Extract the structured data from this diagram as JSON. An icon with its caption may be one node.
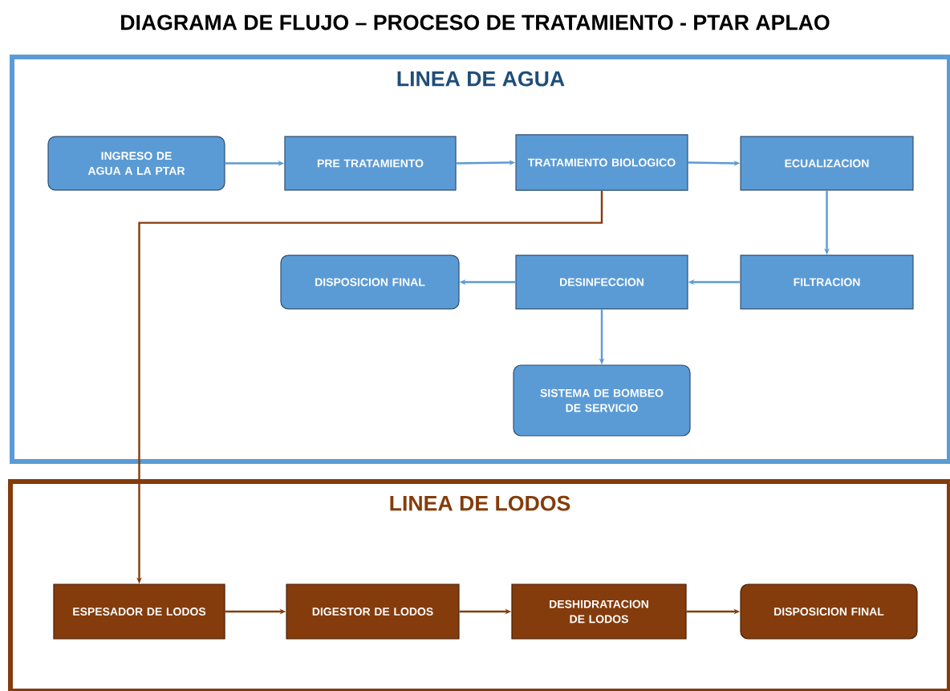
{
  "diagram": {
    "title": "DIAGRAMA DE FLUJO – PROCESO DE TRATAMIENTO - PTAR APLAO",
    "nodes": [
      {
        "text": [
          "LINEA DE AGUA"
        ]
      },
      {
        "text": [
          "INGRESO DE AGUA A LA PTAR"
        ],
        "in": 0
      },
      {
        "text": [
          "PRE TRATAMIENTO"
        ],
        "in": 0
      },
      {
        "text": [
          "TRATAMIENTO BIOLOGICO"
        ],
        "in": 0
      },
      {
        "text": [
          "ECUALIZACION"
        ],
        "in": 0
      },
      {
        "text": [
          "DISPOSICION FINAL"
        ],
        "in": 0
      },
      {
        "text": [
          "DESINFECCION"
        ],
        "in": 0
      },
      {
        "text": [
          "FILTRACION"
        ],
        "in": 0
      },
      {
        "text": [
          "SISTEMA DE BOMBEO DE SERVICIO"
        ],
        "in": 0
      },
      {
        "text": [
          "LINEA DE LODOS"
        ]
      },
      {
        "text": [
          "ESPESADOR DE LODOS"
        ],
        "in": 9
      },
      {
        "text": [
          "DIGESTOR DE LODOS"
        ],
        "in": 9
      },
      {
        "text": [
          "DESHIDRATACION DE LODOS"
        ],
        "in": 9
      },
      {
        "text": [
          "DISPOSICION FINAL"
        ],
        "in": 9
      }
    ],
    "edges": [
      {
        "from": 1,
        "to": 2,
        "arrow": "to"
      },
      {
        "from": 2,
        "to": 3,
        "arrow": "to"
      },
      {
        "from": 3,
        "to": 4,
        "arrow": "to"
      },
      {
        "from": 4,
        "to": 7,
        "arrow": "to"
      },
      {
        "from": 7,
        "to": 6,
        "arrow": "to"
      },
      {
        "from": 6,
        "to": 5,
        "arrow": "to"
      },
      {
        "from": 6,
        "to": 8,
        "arrow": "to"
      },
      {
        "from": 3,
        "to": 10,
        "arrow": "to",
        "color": "#843c0c"
      },
      {
        "from": 10,
        "to": 11,
        "arrow": "to",
        "color": "#843c0c"
      },
      {
        "from": 11,
        "to": 12,
        "arrow": "to",
        "color": "#843c0c"
      },
      {
        "from": 12,
        "to": 13,
        "arrow": "to",
        "color": "#843c0c"
      }
    ]
  }
}
